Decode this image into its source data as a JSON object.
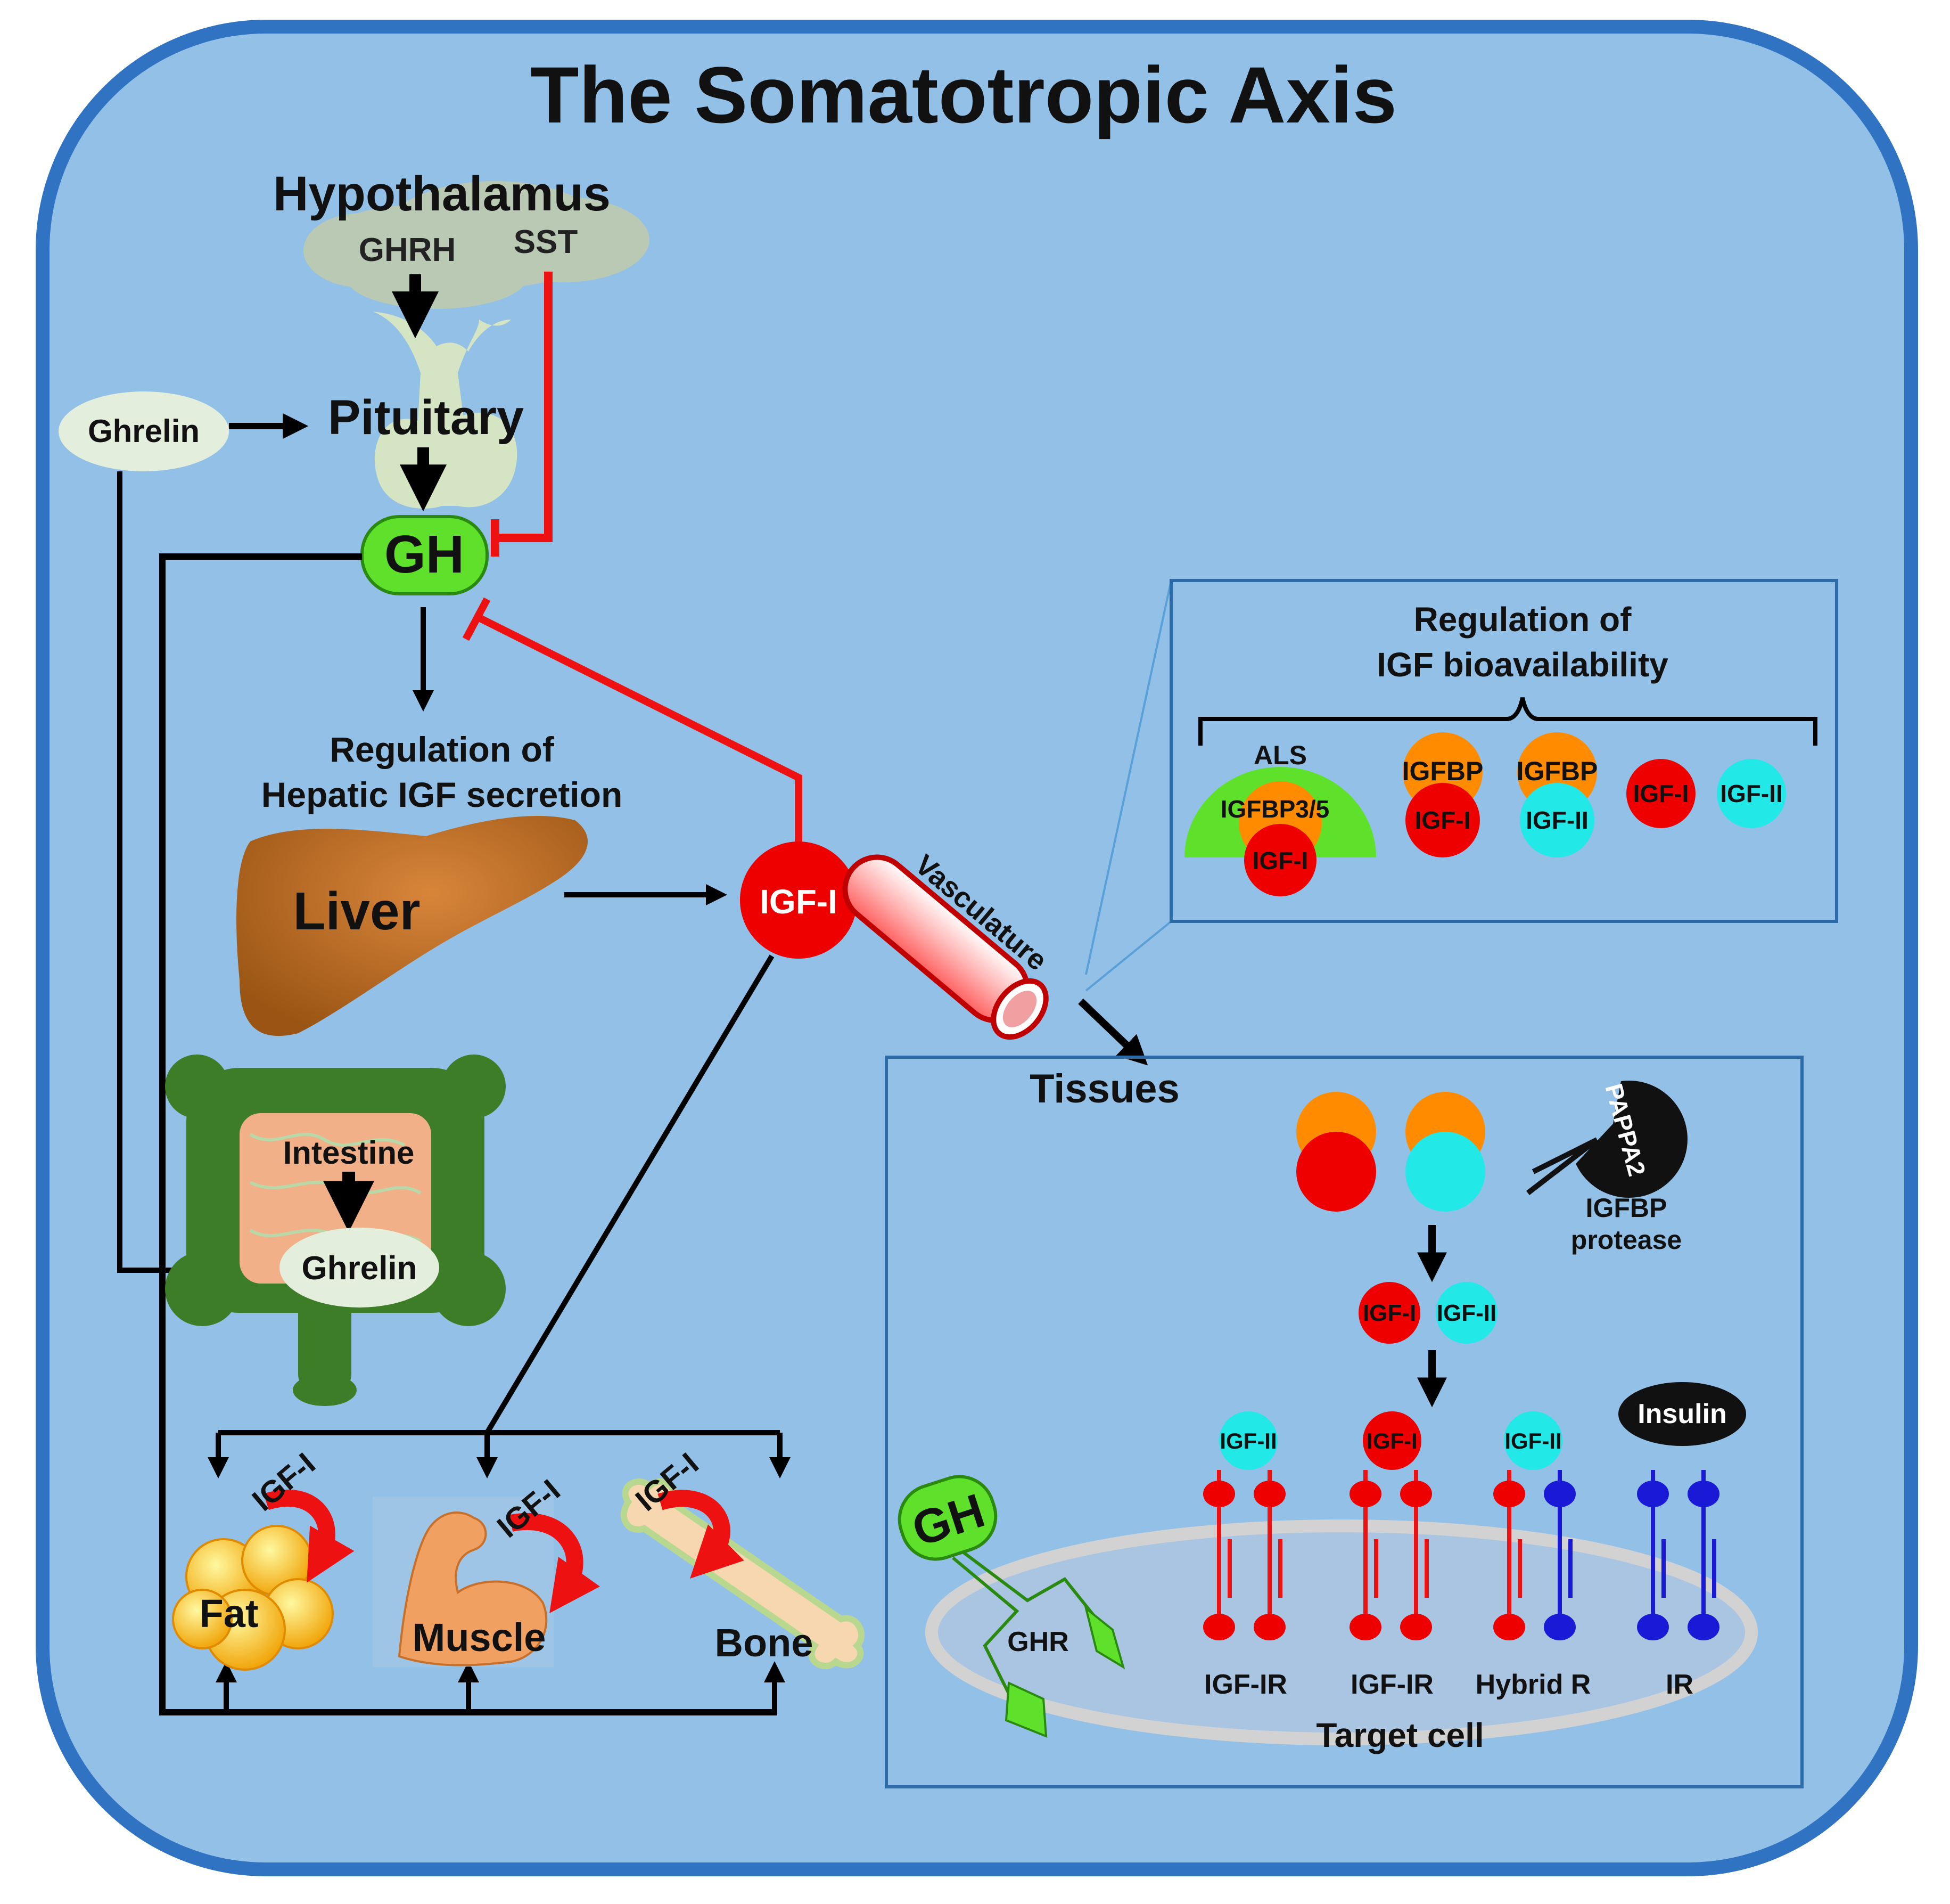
{
  "title": "The Somatotropic Axis",
  "hypothalamus": {
    "label": "Hypothalamus",
    "ghrh": "GHRH",
    "sst": "SST"
  },
  "pituitary": {
    "label": "Pituitary"
  },
  "ghrelin": {
    "top_label": "Ghrelin",
    "intestine_label": "Ghrelin"
  },
  "gh": {
    "label": "GH"
  },
  "hepatic": {
    "line1": "Regulation of",
    "line2": "Hepatic IGF secretion"
  },
  "liver": {
    "label": "Liver"
  },
  "igf1_main": {
    "label": "IGF-I"
  },
  "vasculature": {
    "label": "Vasculature"
  },
  "intestine": {
    "label": "Intestine"
  },
  "targets": {
    "fat": "Fat",
    "muscle": "Muscle",
    "bone": "Bone",
    "igf_fat": "IGF-I",
    "igf_muscle": "IGF-I",
    "igf_bone": "IGF-I"
  },
  "bioavailability": {
    "line1": "Regulation of",
    "line2": "IGF bioavailability",
    "als": "ALS",
    "igfbp35": "IGFBP3/5",
    "igf_ternary": "IGF-I",
    "igfbp_a": "IGFBP",
    "igf_a": "IGF-I",
    "igfbp_b": "IGFBP",
    "igf_b": "IGF-II",
    "free_igf1": "IGF-I",
    "free_igf2": "IGF-II"
  },
  "tissues": {
    "label": "Tissues",
    "pappa2": "PAPPA2",
    "protease_line1": "IGFBP",
    "protease_line2": "protease",
    "free_igf1": "IGF-I",
    "free_igf2": "IGF-II",
    "ligand_r1": "IGF-II",
    "ligand_r2": "IGF-I",
    "ligand_r3": "IGF-II",
    "ligand_r4": "Insulin",
    "gh_label": "GH",
    "ghr": "GHR",
    "receptors": [
      "IGF-IR",
      "IGF-IR",
      "Hybrid R",
      "IR"
    ],
    "target_cell": "Target cell"
  },
  "colors": {
    "background": "#93c0e6",
    "frame": "#2f73c2",
    "igf1": "#ee0000",
    "igf2": "#22e8e8",
    "igfbp": "#ff8c00",
    "gh": "#5fe02a",
    "inhibition": "#ee1111",
    "insulin_receptor": "#1a1ad6",
    "liver": "#b96a1e",
    "intestine_outer": "#3d7d28",
    "intestine_inner": "#f2b088"
  }
}
